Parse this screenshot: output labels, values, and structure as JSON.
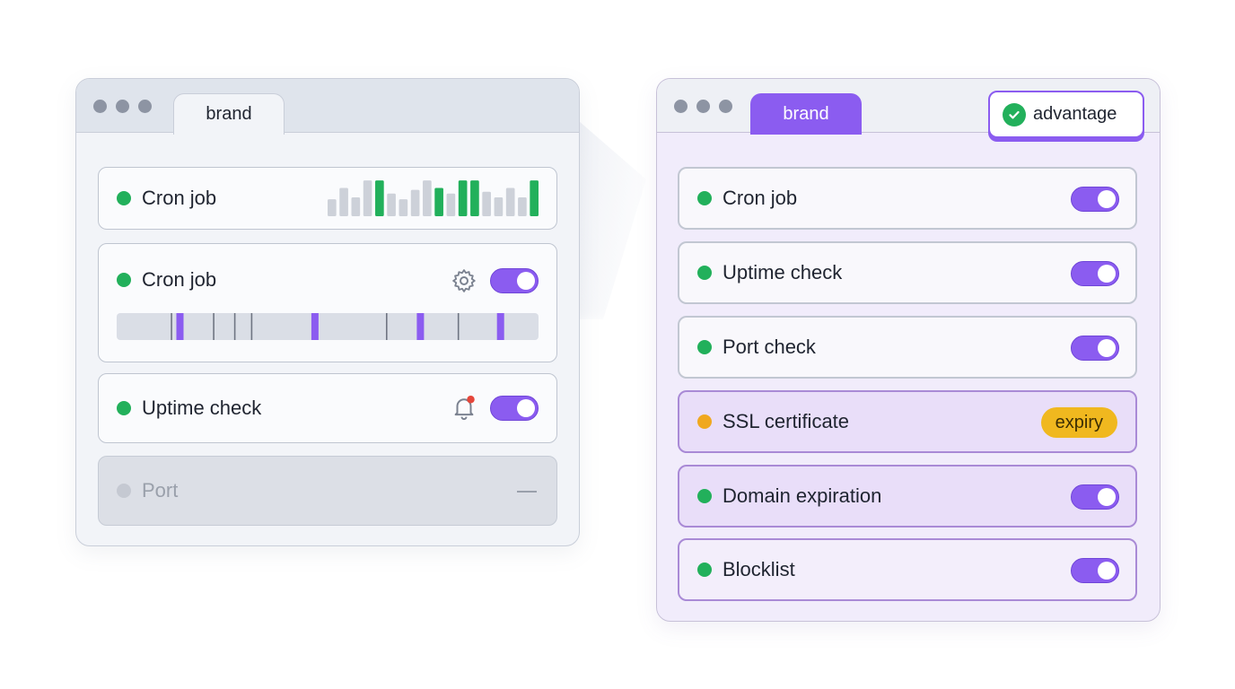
{
  "left_window": {
    "tab": "brand",
    "cards": [
      {
        "label": "Cron job",
        "status": "ok",
        "widget": "sparkline",
        "sparkline": [
          {
            "value": 0.45,
            "color": "grey"
          },
          {
            "value": 0.75,
            "color": "grey"
          },
          {
            "value": 0.5,
            "color": "grey"
          },
          {
            "value": 0.95,
            "color": "grey"
          },
          {
            "value": 0.95,
            "color": "green"
          },
          {
            "value": 0.6,
            "color": "grey"
          },
          {
            "value": 0.45,
            "color": "grey"
          },
          {
            "value": 0.7,
            "color": "grey"
          },
          {
            "value": 0.95,
            "color": "grey"
          },
          {
            "value": 0.75,
            "color": "green"
          },
          {
            "value": 0.6,
            "color": "grey"
          },
          {
            "value": 0.95,
            "color": "green"
          },
          {
            "value": 0.95,
            "color": "green"
          },
          {
            "value": 0.65,
            "color": "grey"
          },
          {
            "value": 0.5,
            "color": "grey"
          },
          {
            "value": 0.75,
            "color": "grey"
          },
          {
            "value": 0.5,
            "color": "grey"
          },
          {
            "value": 0.95,
            "color": "green"
          }
        ]
      },
      {
        "label": "Cron job",
        "status": "ok",
        "icon": "gear-icon",
        "toggle_on": true,
        "timeline_markers": [
          {
            "pos": 0.13,
            "type": "tick"
          },
          {
            "pos": 0.15,
            "type": "event"
          },
          {
            "pos": 0.23,
            "type": "tick"
          },
          {
            "pos": 0.28,
            "type": "tick"
          },
          {
            "pos": 0.32,
            "type": "tick"
          },
          {
            "pos": 0.47,
            "type": "event"
          },
          {
            "pos": 0.64,
            "type": "tick"
          },
          {
            "pos": 0.72,
            "type": "event"
          },
          {
            "pos": 0.81,
            "type": "tick"
          },
          {
            "pos": 0.91,
            "type": "event"
          }
        ]
      },
      {
        "label": "Uptime check",
        "status": "ok",
        "icon": "bell-icon",
        "toggle_on": true
      },
      {
        "label": "Port",
        "status": "inactive"
      }
    ]
  },
  "right_window": {
    "tab": "brand",
    "badge": {
      "label": "advantage",
      "icon": "check-circle-icon"
    },
    "cards": [
      {
        "label": "Cron job",
        "status": "ok",
        "toggle_on": true
      },
      {
        "label": "Uptime check",
        "status": "ok",
        "toggle_on": true
      },
      {
        "label": "Port check",
        "status": "ok",
        "toggle_on": true
      },
      {
        "label": "SSL certificate",
        "status": "warning",
        "pill": "expiry"
      },
      {
        "label": "Domain expiration",
        "status": "ok",
        "toggle_on": true
      },
      {
        "label": "Blocklist",
        "status": "ok",
        "toggle_on": true
      }
    ]
  },
  "colors": {
    "accent": "#8b5cf0",
    "ok": "#22b05b",
    "warning": "#f0a81f",
    "spark_grey": "#cdd1d9",
    "spark_green": "#22b05b"
  }
}
